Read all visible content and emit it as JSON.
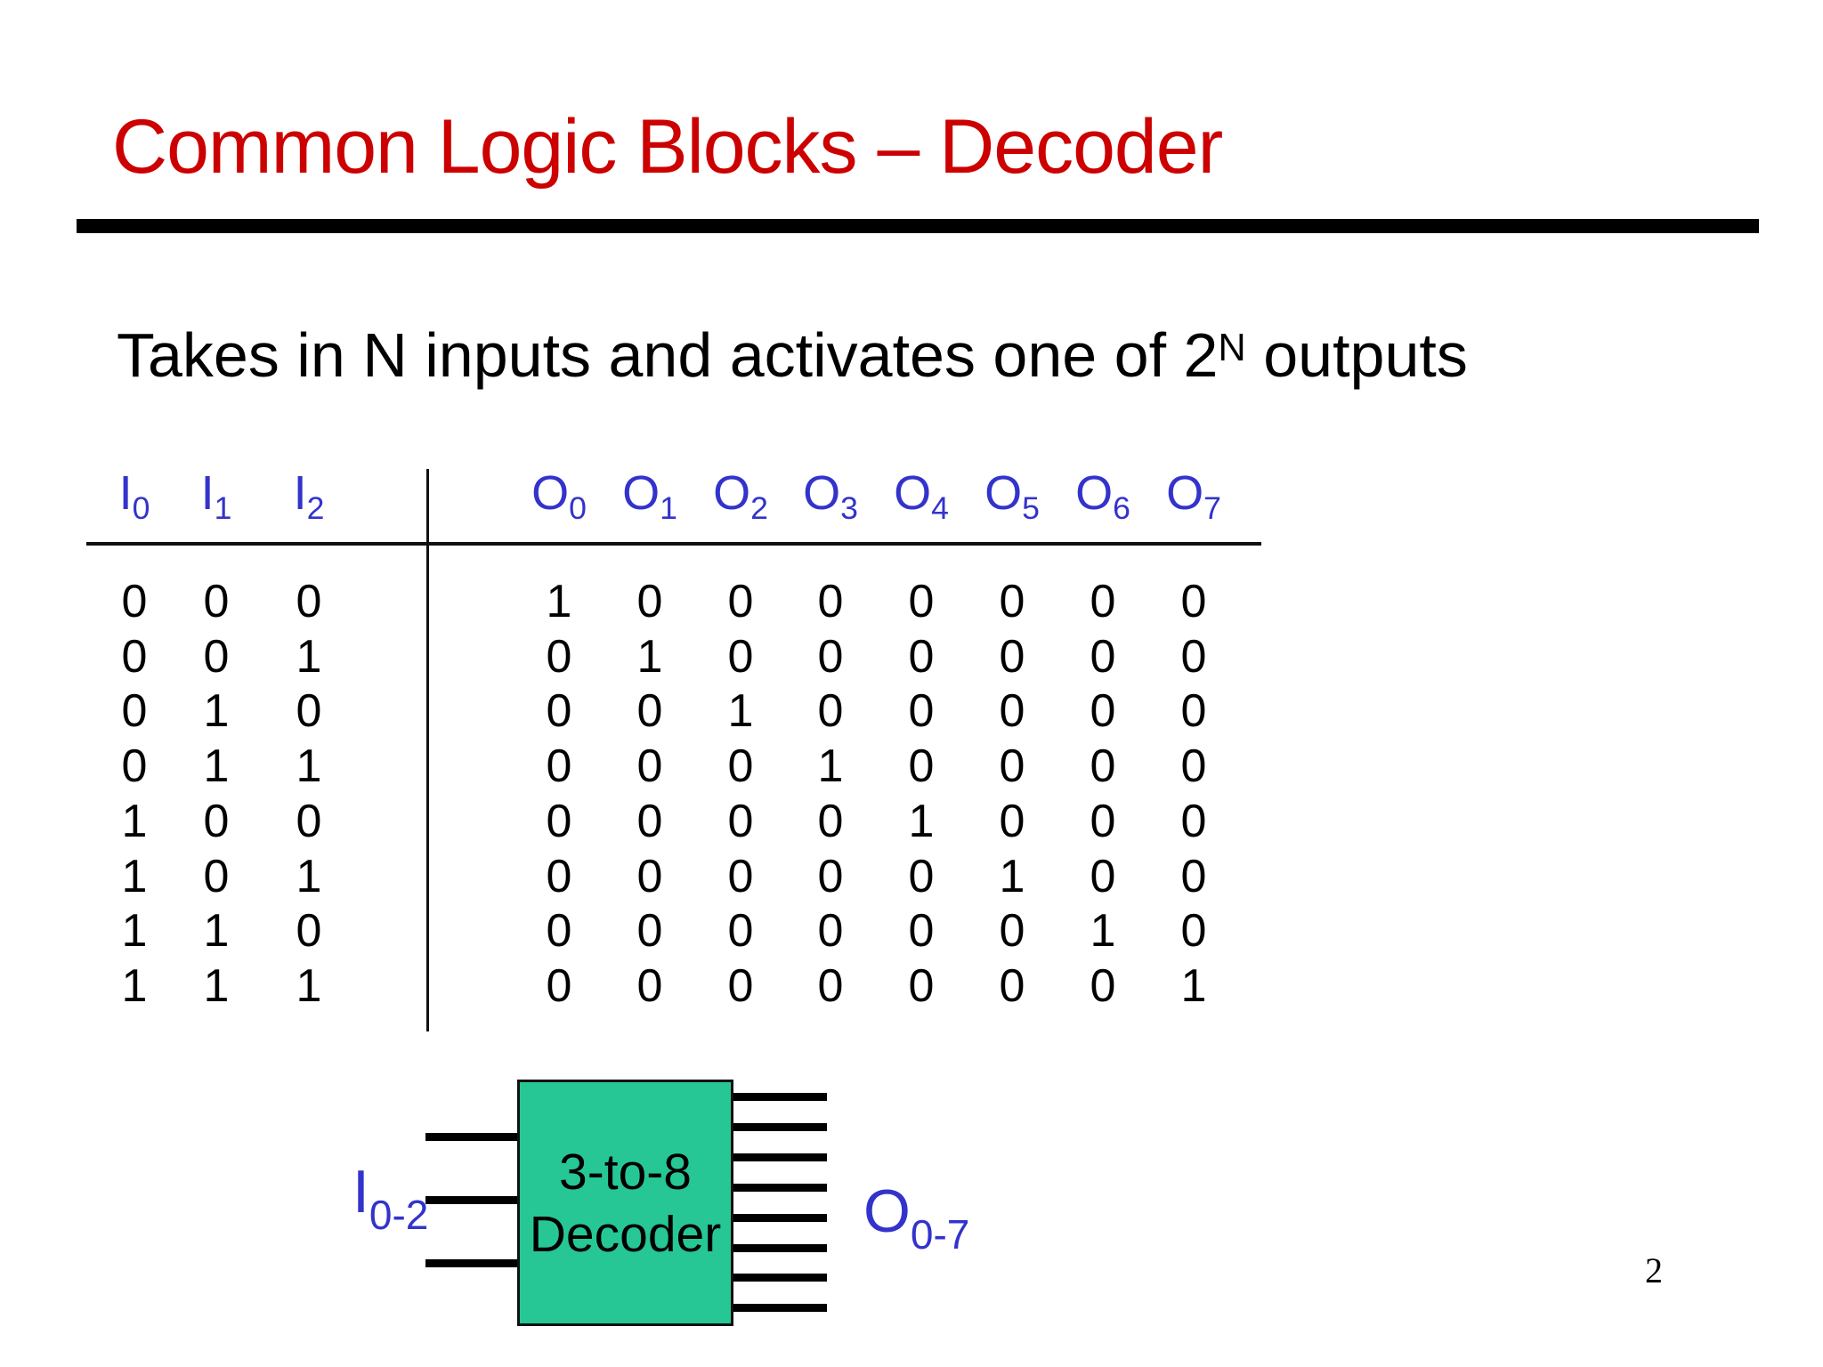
{
  "colors": {
    "title_red": "#CC0000",
    "label_blue": "#3333CC",
    "block_green": "#26C795",
    "line_black": "#000000"
  },
  "slide": {
    "title": "Common Logic Blocks – Decoder",
    "page_number": "2"
  },
  "body": {
    "prefix": "Takes in N inputs and activates one of 2",
    "superscript": "N",
    "suffix": " outputs"
  },
  "truth_table": {
    "input_headers": [
      {
        "base": "I",
        "sub": "0"
      },
      {
        "base": "I",
        "sub": "1"
      },
      {
        "base": "I",
        "sub": "2"
      }
    ],
    "output_headers": [
      {
        "base": "O",
        "sub": "0"
      },
      {
        "base": "O",
        "sub": "1"
      },
      {
        "base": "O",
        "sub": "2"
      },
      {
        "base": "O",
        "sub": "3"
      },
      {
        "base": "O",
        "sub": "4"
      },
      {
        "base": "O",
        "sub": "5"
      },
      {
        "base": "O",
        "sub": "6"
      },
      {
        "base": "O",
        "sub": "7"
      }
    ],
    "rows": [
      {
        "inputs": [
          "0",
          "0",
          "0"
        ],
        "outputs": [
          "1",
          "0",
          "0",
          "0",
          "0",
          "0",
          "0",
          "0"
        ]
      },
      {
        "inputs": [
          "0",
          "0",
          "1"
        ],
        "outputs": [
          "0",
          "1",
          "0",
          "0",
          "0",
          "0",
          "0",
          "0"
        ]
      },
      {
        "inputs": [
          "0",
          "1",
          "0"
        ],
        "outputs": [
          "0",
          "0",
          "1",
          "0",
          "0",
          "0",
          "0",
          "0"
        ]
      },
      {
        "inputs": [
          "0",
          "1",
          "1"
        ],
        "outputs": [
          "0",
          "0",
          "0",
          "1",
          "0",
          "0",
          "0",
          "0"
        ]
      },
      {
        "inputs": [
          "1",
          "0",
          "0"
        ],
        "outputs": [
          "0",
          "0",
          "0",
          "0",
          "1",
          "0",
          "0",
          "0"
        ]
      },
      {
        "inputs": [
          "1",
          "0",
          "1"
        ],
        "outputs": [
          "0",
          "0",
          "0",
          "0",
          "0",
          "1",
          "0",
          "0"
        ]
      },
      {
        "inputs": [
          "1",
          "1",
          "0"
        ],
        "outputs": [
          "0",
          "0",
          "0",
          "0",
          "0",
          "0",
          "1",
          "0"
        ]
      },
      {
        "inputs": [
          "1",
          "1",
          "1"
        ],
        "outputs": [
          "0",
          "0",
          "0",
          "0",
          "0",
          "0",
          "0",
          "1"
        ]
      }
    ]
  },
  "diagram": {
    "block_line1": "3-to-8",
    "block_line2": "Decoder",
    "input_label": {
      "base": "I",
      "sub": "0-2"
    },
    "output_label": {
      "base": "O",
      "sub": "0-7"
    },
    "input_wire_count": 3,
    "output_wire_count": 8
  }
}
